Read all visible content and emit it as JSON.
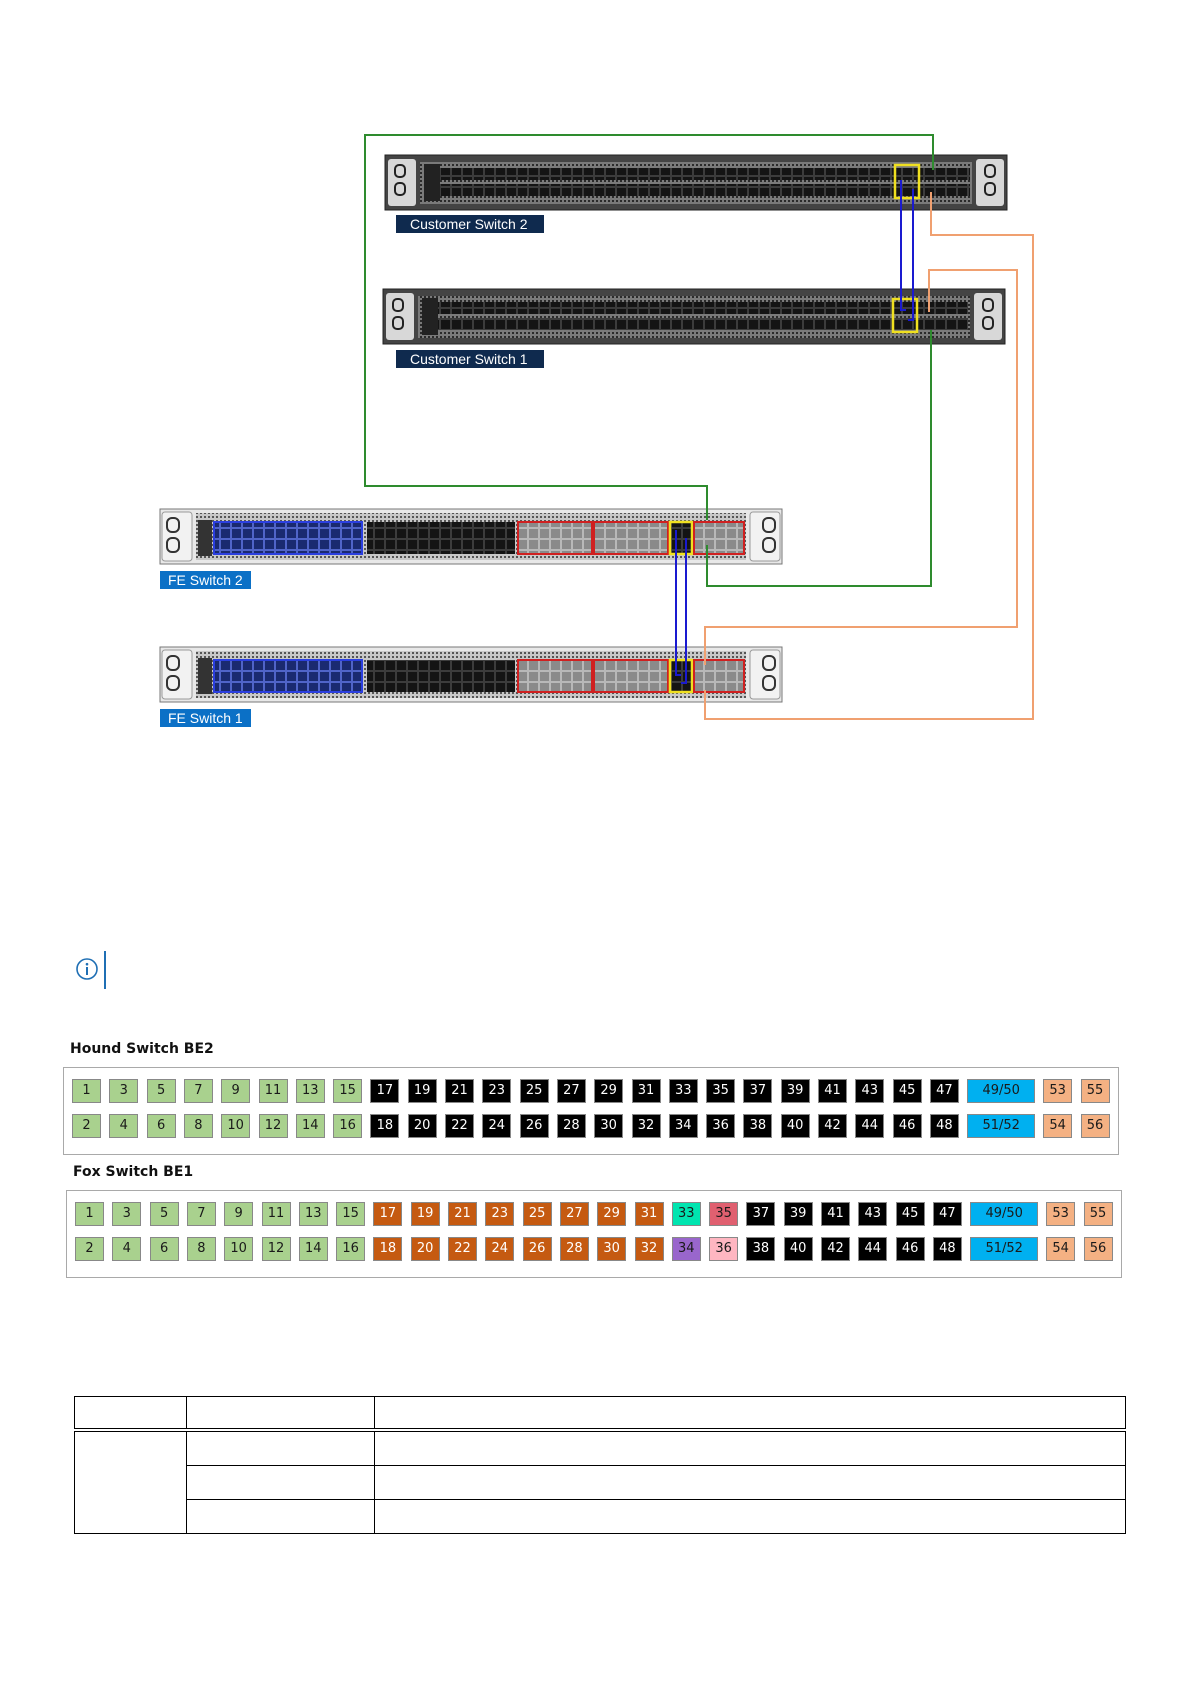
{
  "switch_labels": {
    "customer_switch_2": "Customer Switch 2",
    "customer_switch_1": "Customer Switch 1",
    "fe_switch_2": "FE Switch 2",
    "fe_switch_1": "FE Switch 1"
  },
  "colors": {
    "uplink_green": "#2e8b2e",
    "uplink_orange": "#f0a070",
    "vlt_blue": "#1a1ad0",
    "port_highlight_yellow": "#f0e020",
    "port_group_red": "#d02020",
    "port_group_blue": "#2b3fe0",
    "label_navy": "#0f2a4e",
    "label_blue": "#0b70c6"
  },
  "icons": {
    "note": "info-icon"
  },
  "hound_switch": {
    "title": "Hound Switch BE2",
    "top_row": [
      {
        "label": "1",
        "color": "#a9d18e"
      },
      {
        "label": "3",
        "color": "#a9d18e"
      },
      {
        "label": "5",
        "color": "#a9d18e"
      },
      {
        "label": "7",
        "color": "#a9d18e"
      },
      {
        "label": "9",
        "color": "#a9d18e"
      },
      {
        "label": "11",
        "color": "#a9d18e"
      },
      {
        "label": "13",
        "color": "#a9d18e"
      },
      {
        "label": "15",
        "color": "#a9d18e"
      },
      {
        "label": "17",
        "color": "#000000"
      },
      {
        "label": "19",
        "color": "#000000"
      },
      {
        "label": "21",
        "color": "#000000"
      },
      {
        "label": "23",
        "color": "#000000"
      },
      {
        "label": "25",
        "color": "#000000"
      },
      {
        "label": "27",
        "color": "#000000"
      },
      {
        "label": "29",
        "color": "#000000"
      },
      {
        "label": "31",
        "color": "#000000"
      },
      {
        "label": "33",
        "color": "#000000"
      },
      {
        "label": "35",
        "color": "#000000"
      },
      {
        "label": "37",
        "color": "#000000"
      },
      {
        "label": "39",
        "color": "#000000"
      },
      {
        "label": "41",
        "color": "#000000"
      },
      {
        "label": "43",
        "color": "#000000"
      },
      {
        "label": "45",
        "color": "#000000"
      },
      {
        "label": "47",
        "color": "#000000"
      },
      {
        "label": "49/50",
        "color": "#00b0f0"
      },
      {
        "label": "53",
        "color": "#f4b183"
      },
      {
        "label": "55",
        "color": "#f4b183"
      }
    ],
    "bottom_row": [
      {
        "label": "2",
        "color": "#a9d18e"
      },
      {
        "label": "4",
        "color": "#a9d18e"
      },
      {
        "label": "6",
        "color": "#a9d18e"
      },
      {
        "label": "8",
        "color": "#a9d18e"
      },
      {
        "label": "10",
        "color": "#a9d18e"
      },
      {
        "label": "12",
        "color": "#a9d18e"
      },
      {
        "label": "14",
        "color": "#a9d18e"
      },
      {
        "label": "16",
        "color": "#a9d18e"
      },
      {
        "label": "18",
        "color": "#000000"
      },
      {
        "label": "20",
        "color": "#000000"
      },
      {
        "label": "22",
        "color": "#000000"
      },
      {
        "label": "24",
        "color": "#000000"
      },
      {
        "label": "26",
        "color": "#000000"
      },
      {
        "label": "28",
        "color": "#000000"
      },
      {
        "label": "30",
        "color": "#000000"
      },
      {
        "label": "32",
        "color": "#000000"
      },
      {
        "label": "34",
        "color": "#000000"
      },
      {
        "label": "36",
        "color": "#000000"
      },
      {
        "label": "38",
        "color": "#000000"
      },
      {
        "label": "40",
        "color": "#000000"
      },
      {
        "label": "42",
        "color": "#000000"
      },
      {
        "label": "44",
        "color": "#000000"
      },
      {
        "label": "46",
        "color": "#000000"
      },
      {
        "label": "48",
        "color": "#000000"
      },
      {
        "label": "51/52",
        "color": "#00b0f0"
      },
      {
        "label": "54",
        "color": "#f4b183"
      },
      {
        "label": "56",
        "color": "#f4b183"
      }
    ]
  },
  "fox_switch": {
    "title": "Fox Switch BE1",
    "top_row": [
      {
        "label": "1",
        "color": "#a9d18e"
      },
      {
        "label": "3",
        "color": "#a9d18e"
      },
      {
        "label": "5",
        "color": "#a9d18e"
      },
      {
        "label": "7",
        "color": "#a9d18e"
      },
      {
        "label": "9",
        "color": "#a9d18e"
      },
      {
        "label": "11",
        "color": "#a9d18e"
      },
      {
        "label": "13",
        "color": "#a9d18e"
      },
      {
        "label": "15",
        "color": "#a9d18e"
      },
      {
        "label": "17",
        "color": "#c55a11"
      },
      {
        "label": "19",
        "color": "#c55a11"
      },
      {
        "label": "21",
        "color": "#c55a11"
      },
      {
        "label": "23",
        "color": "#c55a11"
      },
      {
        "label": "25",
        "color": "#c55a11"
      },
      {
        "label": "27",
        "color": "#c55a11"
      },
      {
        "label": "29",
        "color": "#c55a11"
      },
      {
        "label": "31",
        "color": "#c55a11"
      },
      {
        "label": "33",
        "color": "#00e5b0"
      },
      {
        "label": "35",
        "color": "#e06070"
      },
      {
        "label": "37",
        "color": "#000000"
      },
      {
        "label": "39",
        "color": "#000000"
      },
      {
        "label": "41",
        "color": "#000000"
      },
      {
        "label": "43",
        "color": "#000000"
      },
      {
        "label": "45",
        "color": "#000000"
      },
      {
        "label": "47",
        "color": "#000000"
      },
      {
        "label": "49/50",
        "color": "#00b0f0"
      },
      {
        "label": "53",
        "color": "#f4b183"
      },
      {
        "label": "55",
        "color": "#f4b183"
      }
    ],
    "bottom_row": [
      {
        "label": "2",
        "color": "#a9d18e"
      },
      {
        "label": "4",
        "color": "#a9d18e"
      },
      {
        "label": "6",
        "color": "#a9d18e"
      },
      {
        "label": "8",
        "color": "#a9d18e"
      },
      {
        "label": "10",
        "color": "#a9d18e"
      },
      {
        "label": "12",
        "color": "#a9d18e"
      },
      {
        "label": "14",
        "color": "#a9d18e"
      },
      {
        "label": "16",
        "color": "#a9d18e"
      },
      {
        "label": "18",
        "color": "#c55a11"
      },
      {
        "label": "20",
        "color": "#c55a11"
      },
      {
        "label": "22",
        "color": "#c55a11"
      },
      {
        "label": "24",
        "color": "#c55a11"
      },
      {
        "label": "26",
        "color": "#c55a11"
      },
      {
        "label": "28",
        "color": "#c55a11"
      },
      {
        "label": "30",
        "color": "#c55a11"
      },
      {
        "label": "32",
        "color": "#c55a11"
      },
      {
        "label": "34",
        "color": "#9966cc"
      },
      {
        "label": "36",
        "color": "#ffb6c1"
      },
      {
        "label": "38",
        "color": "#000000"
      },
      {
        "label": "40",
        "color": "#000000"
      },
      {
        "label": "42",
        "color": "#000000"
      },
      {
        "label": "44",
        "color": "#000000"
      },
      {
        "label": "46",
        "color": "#000000"
      },
      {
        "label": "48",
        "color": "#000000"
      },
      {
        "label": "51/52",
        "color": "#00b0f0"
      },
      {
        "label": "54",
        "color": "#f4b183"
      },
      {
        "label": "56",
        "color": "#f4b183"
      }
    ]
  }
}
